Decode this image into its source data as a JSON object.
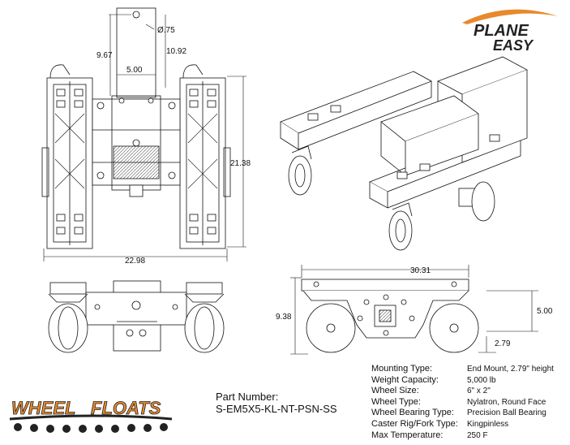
{
  "brand": {
    "top_logo_line1": "PLANE",
    "top_logo_line2": "EASY",
    "bottom_logo_word1": "WHEEL",
    "bottom_logo_word2": "FLOATS"
  },
  "dimensions": {
    "hole_dia": "Ø.75",
    "top_height": "9.67",
    "top_height_2": "10.92",
    "mount_width": "5.00",
    "overall_length": "21.38",
    "overall_width": "22.98",
    "side_length": "30.31",
    "side_height": "9.38",
    "side_inner": "5.00",
    "mount_height": "2.79"
  },
  "part": {
    "label": "Part Number:",
    "number": "S-EM5X5-KL-NT-PSN-SS"
  },
  "specs": [
    {
      "label": "Mounting Type:",
      "value": "End Mount, 2.79\" height"
    },
    {
      "label": "Weight Capacity:",
      "value": "5,000 lb"
    },
    {
      "label": "Wheel Size:",
      "value": "6\" x 2\""
    },
    {
      "label": "Wheel Type:",
      "value": "Nylatron, Round Face"
    },
    {
      "label": "Wheel Bearing Type:",
      "value": "Precision Ball Bearing"
    },
    {
      "label": "Caster Rig/Fork Type:",
      "value": "Kingpinless"
    },
    {
      "label": "Max Temperature:",
      "value": "250 F"
    }
  ],
  "colors": {
    "line": "#111111",
    "logo_orange": "#e8892c",
    "logo_dark": "#222222"
  }
}
